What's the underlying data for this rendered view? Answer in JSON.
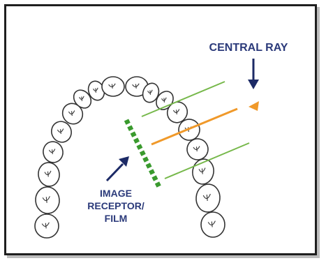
{
  "labels": {
    "central_ray": "CENTRAL RAY",
    "receptor_line1": "IMAGE",
    "receptor_line2": "RECEPTOR/",
    "receptor_line3": "FILM"
  },
  "colors": {
    "label_text": "#2b3a7a",
    "arrow": "#1c2a66",
    "central_ray_line": "#f0992a",
    "ray_lines": "#76b84a",
    "receptor": "#3a9a2e",
    "tooth_outline": "#333333"
  }
}
